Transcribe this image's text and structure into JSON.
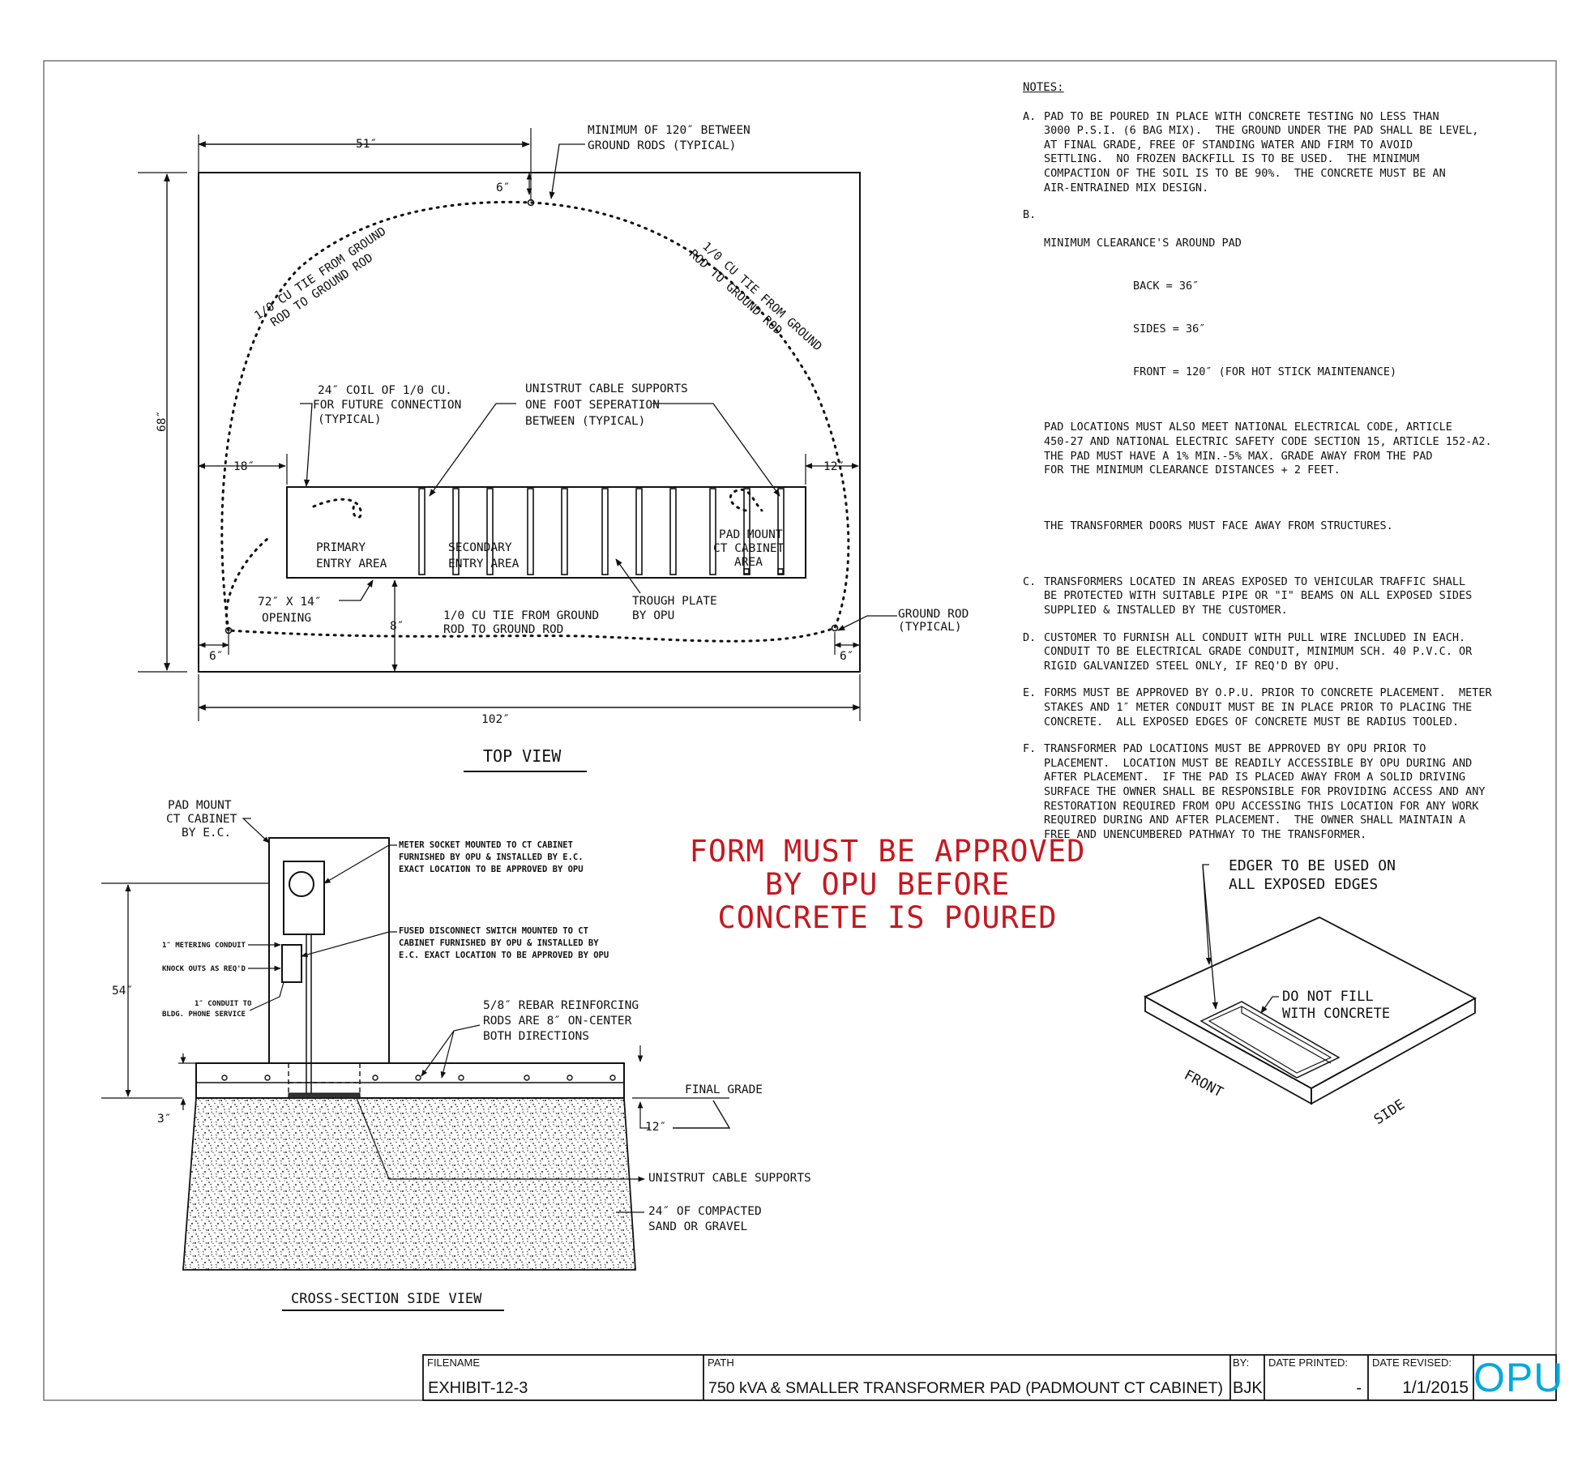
{
  "top_view": {
    "title": "TOP VIEW",
    "dims": {
      "width_top": "51″",
      "height": "68″",
      "rod_offset_top": "6″",
      "left_offset": "18″",
      "right_offset": "12″",
      "bottom_left": "6″",
      "bottom_right": "6″",
      "trough_gap": "8″",
      "width_overall": "102″"
    },
    "labels": {
      "min_rods": [
        "MINIMUM OF 120″ BETWEEN",
        "GROUND RODS (TYPICAL)"
      ],
      "tie_left": [
        "1/0 CU TIE FROM GROUND",
        "ROD TO GROUND ROD"
      ],
      "tie_right": [
        "1/0 CU TIE FROM GROUND",
        "ROD TO GROUND ROD"
      ],
      "coil": [
        "24″ COIL OF 1/0 CU.",
        "FOR FUTURE CONNECTION",
        "(TYPICAL)"
      ],
      "unistrut": [
        "UNISTRUT CABLE SUPPORTS",
        "ONE FOOT SEPERATION",
        "BETWEEN (TYPICAL)"
      ],
      "primary": [
        "PRIMARY",
        "ENTRY AREA"
      ],
      "secondary": [
        "SECONDARY",
        "ENTRY AREA"
      ],
      "ct_area": [
        "PAD MOUNT",
        "CT CABINET",
        "AREA"
      ],
      "opening": [
        "72″ X 14″",
        "OPENING"
      ],
      "tie_bottom": [
        "1/0 CU TIE FROM GROUND",
        "ROD TO GROUND ROD"
      ],
      "trough": [
        "TROUGH PLATE",
        "BY OPU"
      ],
      "ground_rod": [
        "GROUND ROD",
        "(TYPICAL)"
      ]
    }
  },
  "notes": {
    "title": "NOTES:",
    "items": [
      {
        "letter": "A.",
        "text": "PAD TO BE POURED IN PLACE WITH CONCRETE TESTING NO LESS THAN\n3000 P.S.I. (6 BAG MIX).  THE GROUND UNDER THE PAD SHALL BE LEVEL,\nAT FINAL GRADE, FREE OF STANDING WATER AND FIRM TO AVOID\nSETTLING.  NO FROZEN BACKFILL IS TO BE USED.  THE MINIMUM\nCOMPACTION OF THE SOIL IS TO BE 90%.  THE CONCRETE MUST BE AN\nAIR-ENTRAINED MIX DESIGN."
      },
      {
        "letter": "B.",
        "text": "MINIMUM CLEARANCE'S AROUND PAD",
        "clearances": [
          "BACK = 36″",
          "SIDES = 36″",
          "FRONT = 120″ (FOR HOT STICK MAINTENANCE)"
        ],
        "para1": "PAD LOCATIONS MUST ALSO MEET NATIONAL ELECTRICAL CODE, ARTICLE\n450-27 AND NATIONAL ELECTRIC SAFETY CODE SECTION 15, ARTICLE 152-A2.\nTHE PAD MUST HAVE A 1% MIN.-5% MAX. GRADE AWAY FROM THE PAD\nFOR THE MINIMUM CLEARANCE DISTANCES + 2 FEET.",
        "para2": "THE TRANSFORMER DOORS MUST FACE AWAY FROM STRUCTURES."
      },
      {
        "letter": "C.",
        "text": "TRANSFORMERS LOCATED IN AREAS EXPOSED TO VEHICULAR TRAFFIC SHALL\nBE PROTECTED WITH SUITABLE PIPE OR \"I\" BEAMS ON ALL EXPOSED SIDES\nSUPPLIED & INSTALLED BY THE CUSTOMER."
      },
      {
        "letter": "D.",
        "text": "CUSTOMER TO FURNISH ALL CONDUIT WITH PULL WIRE INCLUDED IN EACH.\nCONDUIT TO BE ELECTRICAL GRADE CONDUIT, MINIMUM SCH. 40 P.V.C. OR\nRIGID GALVANIZED STEEL ONLY, IF REQ'D BY OPU."
      },
      {
        "letter": "E.",
        "text": "FORMS MUST BE APPROVED BY O.P.U. PRIOR TO CONCRETE PLACEMENT.  METER\nSTAKES AND 1″ METER CONDUIT MUST BE IN PLACE PRIOR TO PLACING THE\nCONCRETE.  ALL EXPOSED EDGES OF CONCRETE MUST BE RADIUS TOOLED."
      },
      {
        "letter": "F.",
        "text": "TRANSFORMER PAD LOCATIONS MUST BE APPROVED BY OPU PRIOR TO\nPLACEMENT.  LOCATION MUST BE READILY ACCESSIBLE BY OPU DURING AND\nAFTER PLACEMENT.  IF THE PAD IS PLACED AWAY FROM A SOLID DRIVING\nSURFACE THE OWNER SHALL BE RESPONSIBLE FOR PROVIDING ACCESS AND ANY\nRESTORATION REQUIRED FROM OPU ACCESSING THIS LOCATION FOR ANY WORK\nREQUIRED DURING AND AFTER PLACEMENT.  THE OWNER SHALL MAINTAIN A\nFREE AND UNENCUMBERED PATHWAY TO THE TRANSFORMER."
      }
    ]
  },
  "stamp": [
    "FORM MUST BE APPROVED",
    "BY OPU BEFORE",
    "CONCRETE IS POURED"
  ],
  "cross_section": {
    "title": "CROSS-SECTION SIDE VIEW",
    "labels": {
      "cabinet": [
        "PAD MOUNT",
        "CT CABINET",
        "BY E.C."
      ],
      "meter_socket": [
        "METER SOCKET MOUNTED TO CT CABINET",
        "FURNISHED BY OPU & INSTALLED BY E.C.",
        "EXACT LOCATION TO BE APPROVED BY OPU"
      ],
      "disconnect": [
        "FUSED DISCONNECT SWITCH MOUNTED TO CT",
        "CABINET FURNISHED BY OPU & INSTALLED BY",
        "E.C.  EXACT LOCATION TO BE APPROVED BY OPU"
      ],
      "metering_conduit": "1″ METERING CONDUIT",
      "knockouts": "KNOCK OUTS AS REQ'D",
      "phone_conduit": [
        "1″ CONDUIT TO",
        "BLDG. PHONE SERVICE"
      ],
      "rebar": [
        "5/8″ REBAR REINFORCING",
        "RODS ARE 8″ ON-CENTER",
        "BOTH DIRECTIONS"
      ],
      "final_grade": "FINAL GRADE",
      "unistrut": "UNISTRUT CABLE SUPPORTS",
      "sand": [
        "24″ OF COMPACTED",
        "SAND OR GRAVEL"
      ],
      "dim_54": "54″",
      "dim_3": "3″",
      "dim_12": "12″"
    }
  },
  "edger": {
    "label": [
      "EDGER TO BE USED ON",
      "ALL EXPOSED EDGES"
    ],
    "no_fill": [
      "DO NOT FILL",
      "WITH CONCRETE"
    ],
    "front": "FRONT",
    "side": "SIDE"
  },
  "title_block": {
    "filename_label": "FILENAME",
    "filename": "EXHIBIT-12-3",
    "path_label": "PATH",
    "path": "750 kVA & SMALLER TRANSFORMER PAD (PADMOUNT CT CABINET)",
    "by_label": "BY:",
    "by": "BJK",
    "printed_label": "DATE PRINTED:",
    "printed": "-",
    "revised_label": "DATE REVISED:",
    "revised": "1/1/2015",
    "logo": "OPU"
  },
  "colors": {
    "stamp": "#c8171f",
    "logo": "#00a9e0",
    "ink": "#111111"
  }
}
